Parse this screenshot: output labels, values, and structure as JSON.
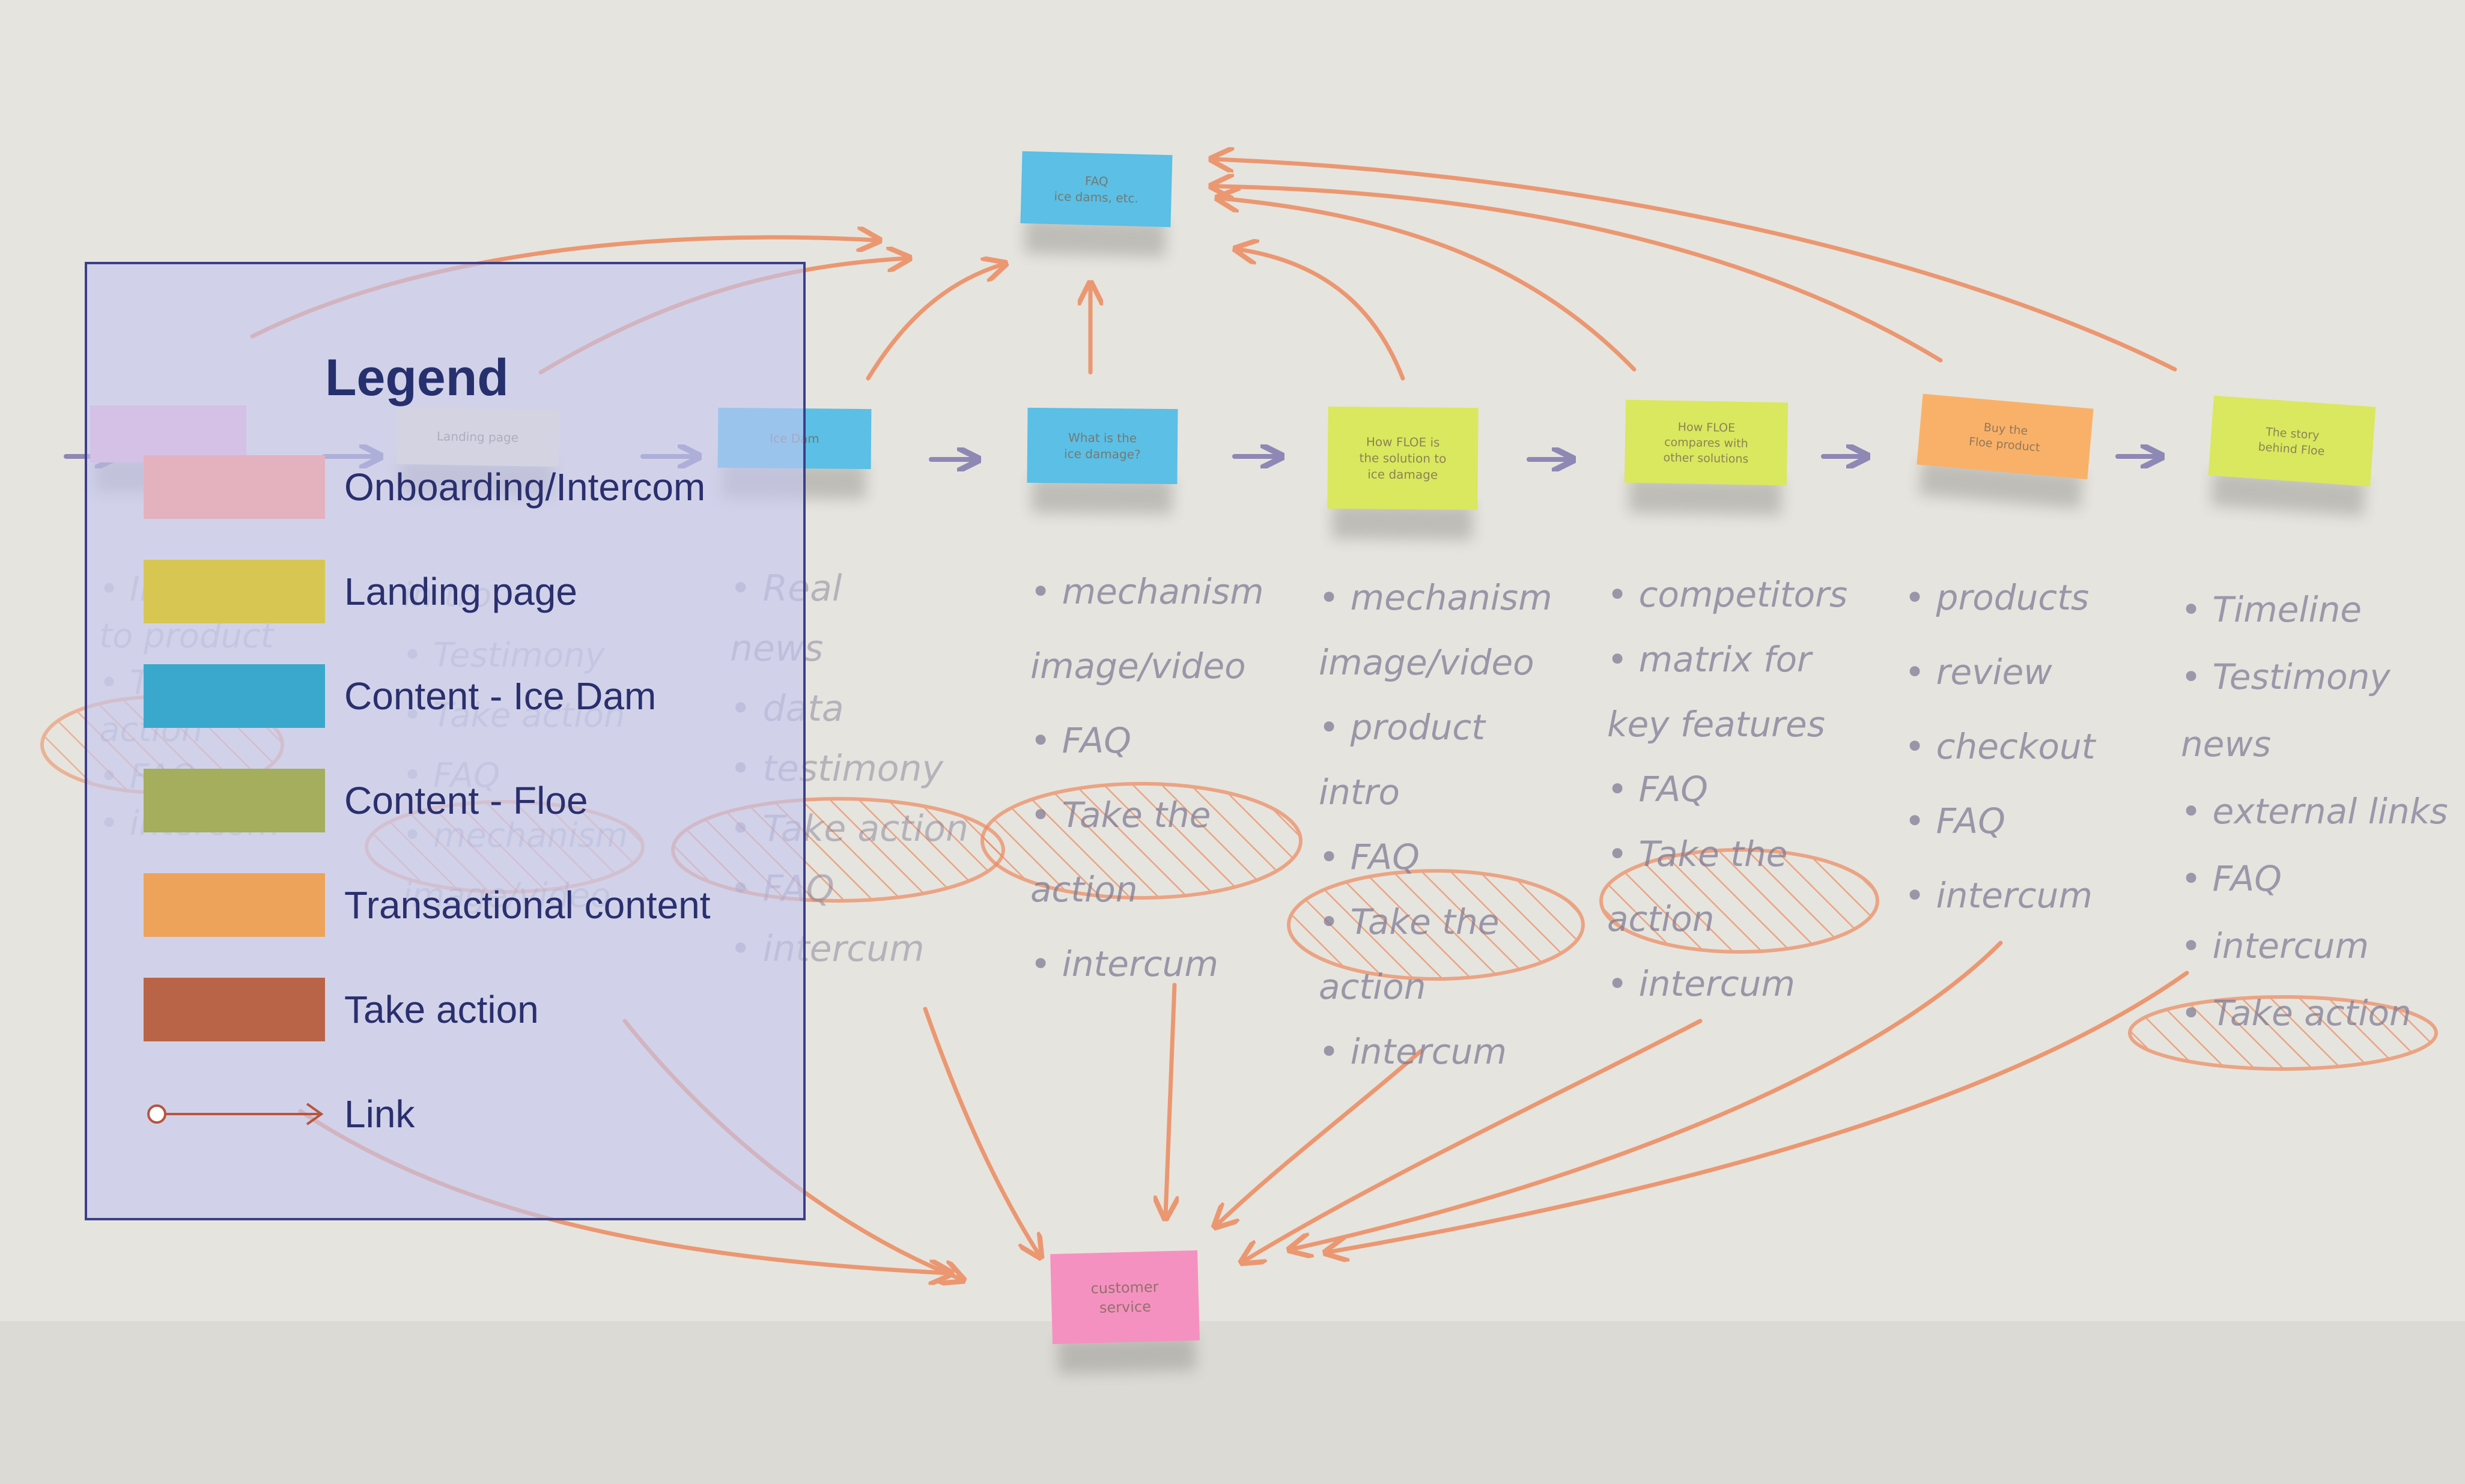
{
  "legend": {
    "title": "Legend",
    "items": [
      {
        "label": "Onboarding/Intercom",
        "color": "#e3b2be"
      },
      {
        "label": "Landing page",
        "color": "#d8c652"
      },
      {
        "label": "Content - Ice Dam",
        "color": "#3aa8cc"
      },
      {
        "label": "Content - Floe",
        "color": "#a4ae5d"
      },
      {
        "label": "Transactional content",
        "color": "#eea35a"
      },
      {
        "label": "Take action",
        "color": "#b96446"
      }
    ],
    "link": {
      "label": "Link",
      "color": "#b8543d"
    }
  },
  "board": {
    "sticky_notes": [
      {
        "id": "faq-top",
        "text": [
          "FAQ",
          "ice dams, etc."
        ],
        "color": "#5bbfe6"
      },
      {
        "id": "onboarding",
        "text": [],
        "color": "#f2b9d3"
      },
      {
        "id": "landing",
        "text": [
          "Landing page"
        ],
        "color": "#ece7c9"
      },
      {
        "id": "ice-dam-1",
        "text": [
          "Ice Dam"
        ],
        "color": "#5bbfe6"
      },
      {
        "id": "ice-dam-2",
        "text": [
          "What is the",
          "ice damage?"
        ],
        "color": "#5bbfe6"
      },
      {
        "id": "floe-1",
        "text": [
          "How FLOE is",
          "the solution to",
          "ice damage"
        ],
        "color": "#d9e85e"
      },
      {
        "id": "floe-2",
        "text": [
          "How FLOE",
          "compares with",
          "other solutions"
        ],
        "color": "#d9e85e"
      },
      {
        "id": "transactional",
        "text": [
          "Buy the",
          "Floe product"
        ],
        "color": "#f9b169"
      },
      {
        "id": "floe-3",
        "text": [
          "The story",
          "behind Floe"
        ],
        "color": "#d9e85e"
      },
      {
        "id": "customer-service",
        "text": [
          "customer",
          "service"
        ],
        "color": "#f591c0"
      }
    ],
    "columns": [
      {
        "id": "col-a",
        "items": [
          "• Intro",
          "to product",
          "• Take",
          "action",
          "• FAQ",
          "• intercom"
        ]
      },
      {
        "id": "col-b",
        "items": [
          "in tro",
          "• Testimony",
          "• Take action",
          "• FAQ",
          "• mechanism",
          "image/video"
        ]
      },
      {
        "id": "col-c",
        "items": [
          "• Real",
          "news",
          "• data",
          "• testimony",
          "• Take action",
          "• FAQ",
          "• intercum"
        ]
      },
      {
        "id": "col-d",
        "items": [
          "• mechanism",
          "image/video",
          "• FAQ",
          "• Take the",
          "action",
          "• intercum"
        ]
      },
      {
        "id": "col-e",
        "items": [
          "• mechanism",
          "image/video",
          "• product",
          "intro",
          "• FAQ",
          "• Take the",
          "action",
          "• intercum"
        ]
      },
      {
        "id": "col-f",
        "items": [
          "• competitors",
          "• matrix for",
          "key features",
          "• FAQ",
          "• Take the",
          "action",
          "• intercum"
        ]
      },
      {
        "id": "col-g",
        "items": [
          "• products",
          "• review",
          "• checkout",
          "• FAQ",
          "• intercum"
        ]
      },
      {
        "id": "col-h",
        "items": [
          "• Timeline",
          "• Testimony",
          "news",
          "• external links",
          "• FAQ",
          "• intercum",
          "• Take action"
        ]
      }
    ]
  }
}
